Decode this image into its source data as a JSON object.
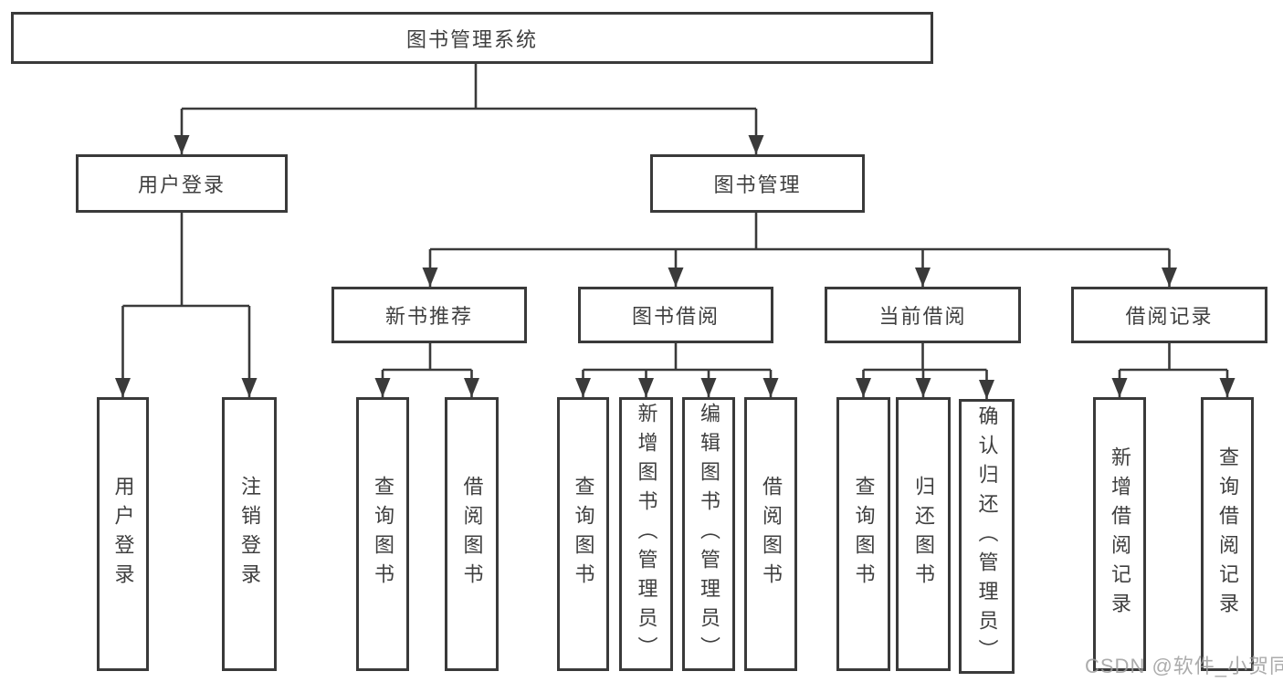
{
  "tree": {
    "root": {
      "label": "图书管理系统",
      "children": [
        {
          "label": "用户登录",
          "children": [
            {
              "label": "用户登录"
            },
            {
              "label": "注销登录"
            }
          ]
        },
        {
          "label": "图书管理",
          "children": [
            {
              "label": "新书推荐",
              "children": [
                {
                  "label": "查询图书"
                },
                {
                  "label": "借阅图书"
                }
              ]
            },
            {
              "label": "图书借阅",
              "children": [
                {
                  "label": "查询图书"
                },
                {
                  "label": "新增图书（管理员）"
                },
                {
                  "label": "编辑图书（管理员）"
                },
                {
                  "label": "借阅图书"
                }
              ]
            },
            {
              "label": "当前借阅",
              "children": [
                {
                  "label": "查询图书"
                },
                {
                  "label": "归还图书"
                },
                {
                  "label": "确认归还（管理员）"
                }
              ]
            },
            {
              "label": "借阅记录",
              "children": [
                {
                  "label": "新增借阅记录"
                },
                {
                  "label": "查询借阅记录"
                }
              ]
            }
          ]
        }
      ]
    }
  },
  "watermark": {
    "text": "CSDN @软件_小贺同学"
  },
  "colors": {
    "line": "#3a3a3a",
    "box_border": "#3a3a3a",
    "text": "#3f3f3f",
    "watermark": "#9e9e9e",
    "background": "#ffffff"
  }
}
